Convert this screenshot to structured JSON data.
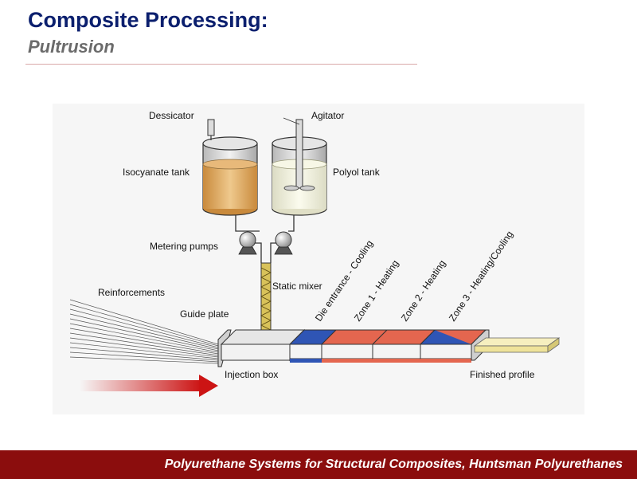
{
  "header": {
    "title": "Composite Processing:",
    "subtitle": "Pultrusion"
  },
  "diagram": {
    "labels": {
      "dessicator": "Dessicator",
      "agitator": "Agitator",
      "isocyanate_tank": "Isocyanate tank",
      "polyol_tank": "Polyol tank",
      "metering_pumps": "Metering pumps",
      "static_mixer": "Static mixer",
      "reinforcements": "Reinforcements",
      "guide_plate": "Guide plate",
      "injection_box": "Injection box",
      "finished_profile": "Finished profile",
      "die_entrance": "Die entrance - Cooling",
      "zone1": "Zone 1 - Heating",
      "zone2": "Zone 2 - Heating",
      "zone3": "Zone 3 - Heating/Cooling"
    },
    "colors": {
      "isocyanate": "#d9a25e",
      "polyol": "#f1f0d9",
      "cooling": "#2f55b5",
      "heating": "#e4664f",
      "arrow": "#cc1414",
      "profile": "#efe39a"
    }
  },
  "footer": {
    "text": "Polyurethane Systems for Structural Composites, Huntsman Polyurethanes"
  }
}
